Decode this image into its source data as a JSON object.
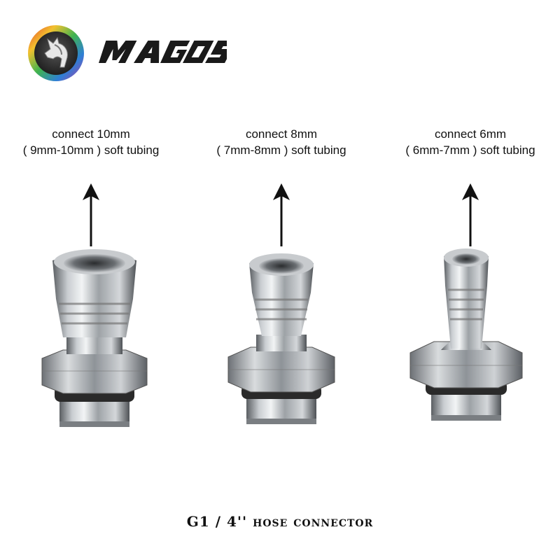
{
  "brand": {
    "name": "MAGOS"
  },
  "labels": [
    {
      "line1": "connect 10mm",
      "line2": "( 9mm-10mm ) soft tubing"
    },
    {
      "line1": "connect 8mm",
      "line2": "( 7mm-8mm ) soft tubing"
    },
    {
      "line1": "connect 6mm",
      "line2": "( 6mm-7mm ) soft tubing"
    }
  ],
  "caption": "G1 / 4'' hose connector",
  "colors": {
    "text": "#111111",
    "background": "#ffffff",
    "metal": "#b8bcc0",
    "oring": "#2a2a2a"
  },
  "icons": [
    "horse-head-logo-icon",
    "up-arrow-icon"
  ]
}
